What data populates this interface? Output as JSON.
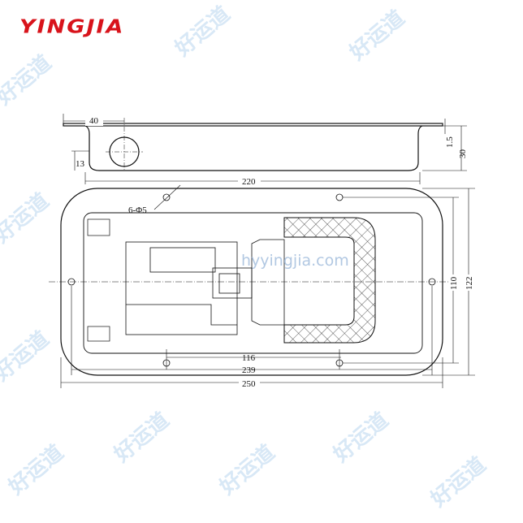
{
  "logo": {
    "text": "YINGJIA",
    "color": "#d8131b"
  },
  "watermark": {
    "url": "hyyingjia.com",
    "glyphs": "好运道"
  },
  "side_view": {
    "dimensions": {
      "flange_offset": "40",
      "hole_height": "13",
      "body_length": "220",
      "flange_thickness": "1.5",
      "depth": "30"
    }
  },
  "top_view": {
    "hole_callout": "6-Φ5",
    "dimensions": {
      "hole_spacing": "116",
      "hole_span": "239",
      "overall_length": "250",
      "inner_height": "110",
      "overall_height": "122"
    }
  }
}
